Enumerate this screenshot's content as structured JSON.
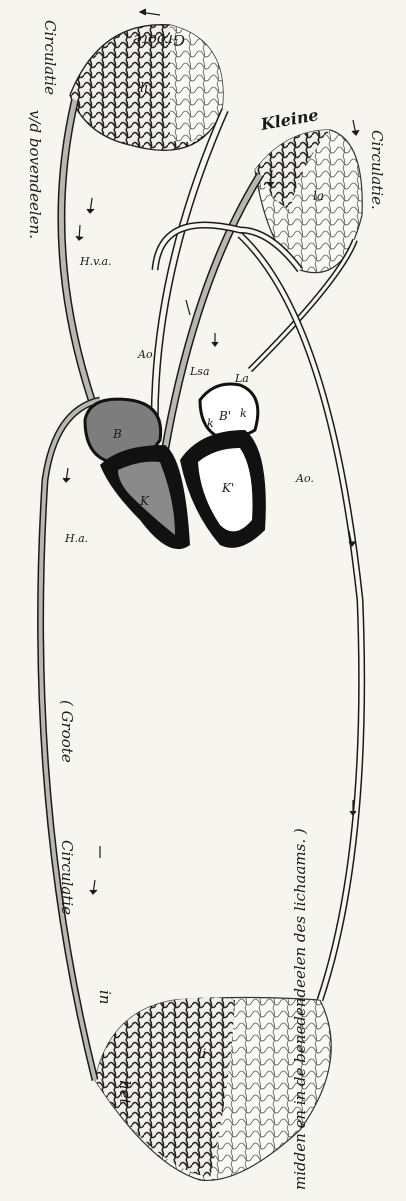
{
  "captions": {
    "groote_top": "Groote",
    "circ_upper": "Circulatie",
    "upper_parts": "v/d bovendeelen.",
    "kleine": "Kleine",
    "circ_kleine": "Circulatie.",
    "bottom_open": "( Groote",
    "bottom_circ": "Circulatie",
    "bottom_in": "in",
    "bottom_het": "het",
    "right_middle": "midden en in de benedendeelen des lichaams. )"
  },
  "labels": {
    "li_top": "li",
    "li_bottom": "li",
    "la": "la",
    "hva_upper": "H.v.a.",
    "hva_lower": "H.a.",
    "ao_left": "Ao.",
    "lsa": "Lsa",
    "la_mid": "La",
    "ao_right": "Ao.",
    "b_left": "B",
    "k_left": "K",
    "b_right": "B'",
    "k_right": "K'",
    "k_small_1": "k",
    "k_small_2": "k"
  },
  "colors": {
    "ink": "#1a1a1a",
    "paper": "#f7f5f0",
    "venous": "#8a8a8a",
    "arterial": "#ffffff"
  }
}
